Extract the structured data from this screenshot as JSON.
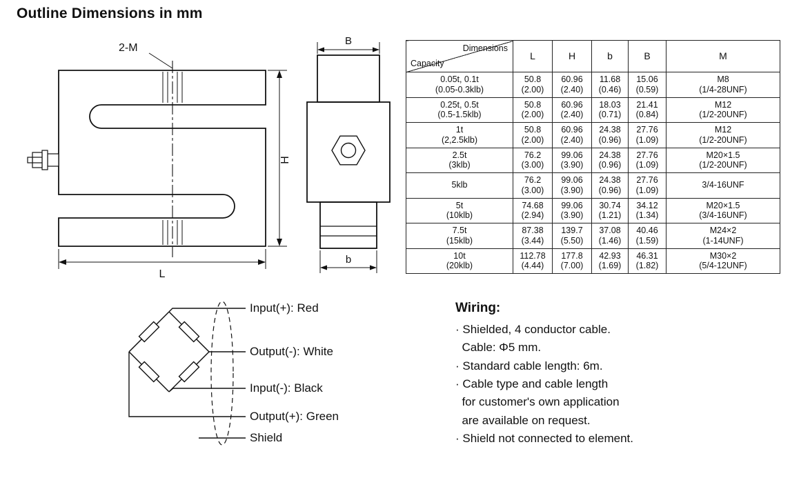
{
  "page": {
    "title": "Outline Dimensions in mm"
  },
  "front_view": {
    "thread_label": "2-M",
    "height_label": "H",
    "length_label": "L"
  },
  "side_view": {
    "top_width_label": "B",
    "bottom_width_label": "b"
  },
  "table": {
    "corner_top": "Dimensions",
    "corner_bottom": "Capacity",
    "columns": [
      "L",
      "H",
      "b",
      "B",
      "M"
    ],
    "rows": [
      {
        "capacity": [
          "0.05t, 0.1t",
          "(0.05-0.3klb)"
        ],
        "cells": [
          [
            "50.8",
            "(2.00)"
          ],
          [
            "60.96",
            "(2.40)"
          ],
          [
            "11.68",
            "(0.46)"
          ],
          [
            "15.06",
            "(0.59)"
          ],
          [
            "M8",
            "(1/4-28UNF)"
          ]
        ]
      },
      {
        "capacity": [
          "0.25t, 0.5t",
          "(0.5-1.5klb)"
        ],
        "cells": [
          [
            "50.8",
            "(2.00)"
          ],
          [
            "60.96",
            "(2.40)"
          ],
          [
            "18.03",
            "(0.71)"
          ],
          [
            "21.41",
            "(0.84)"
          ],
          [
            "M12",
            "(1/2-20UNF)"
          ]
        ]
      },
      {
        "capacity": [
          "1t",
          "(2,2.5klb)"
        ],
        "cells": [
          [
            "50.8",
            "(2.00)"
          ],
          [
            "60.96",
            "(2.40)"
          ],
          [
            "24.38",
            "(0.96)"
          ],
          [
            "27.76",
            "(1.09)"
          ],
          [
            "M12",
            "(1/2-20UNF)"
          ]
        ]
      },
      {
        "capacity": [
          "2.5t",
          "(3klb)"
        ],
        "cells": [
          [
            "76.2",
            "(3.00)"
          ],
          [
            "99.06",
            "(3.90)"
          ],
          [
            "24.38",
            "(0.96)"
          ],
          [
            "27.76",
            "(1.09)"
          ],
          [
            "M20×1.5",
            "(1/2-20UNF)"
          ]
        ]
      },
      {
        "capacity": [
          "5klb"
        ],
        "cells": [
          [
            "76.2",
            "(3.00)"
          ],
          [
            "99.06",
            "(3.90)"
          ],
          [
            "24.38",
            "(0.96)"
          ],
          [
            "27.76",
            "(1.09)"
          ],
          [
            "3/4-16UNF"
          ]
        ]
      },
      {
        "capacity": [
          "5t",
          "(10klb)"
        ],
        "cells": [
          [
            "74.68",
            "(2.94)"
          ],
          [
            "99.06",
            "(3.90)"
          ],
          [
            "30.74",
            "(1.21)"
          ],
          [
            "34.12",
            "(1.34)"
          ],
          [
            "M20×1.5",
            "(3/4-16UNF)"
          ]
        ]
      },
      {
        "capacity": [
          "7.5t",
          "(15klb)"
        ],
        "cells": [
          [
            "87.38",
            "(3.44)"
          ],
          [
            "139.7",
            "(5.50)"
          ],
          [
            "37.08",
            "(1.46)"
          ],
          [
            "40.46",
            "(1.59)"
          ],
          [
            "M24×2",
            "(1-14UNF)"
          ]
        ]
      },
      {
        "capacity": [
          "10t",
          "(20klb)"
        ],
        "cells": [
          [
            "112.78",
            "(4.44)"
          ],
          [
            "177.8",
            "(7.00)"
          ],
          [
            "42.93",
            "(1.69)"
          ],
          [
            "46.31",
            "(1.82)"
          ],
          [
            "M30×2",
            "(5/4-12UNF)"
          ]
        ]
      }
    ]
  },
  "wiring_diagram": {
    "labels": [
      "Input(+): Red",
      "Output(-): White",
      "Input(-): Black",
      "Output(+): Green",
      "Shield"
    ]
  },
  "wiring_notes": {
    "title": "Wiring:",
    "lines": [
      "· Shielded, 4 conductor cable.",
      "  Cable: Φ5 mm.",
      "· Standard cable length: 6m.",
      "· Cable type and cable length",
      "  for customer's own application",
      "  are available on request.",
      "· Shield not connected to element."
    ]
  }
}
